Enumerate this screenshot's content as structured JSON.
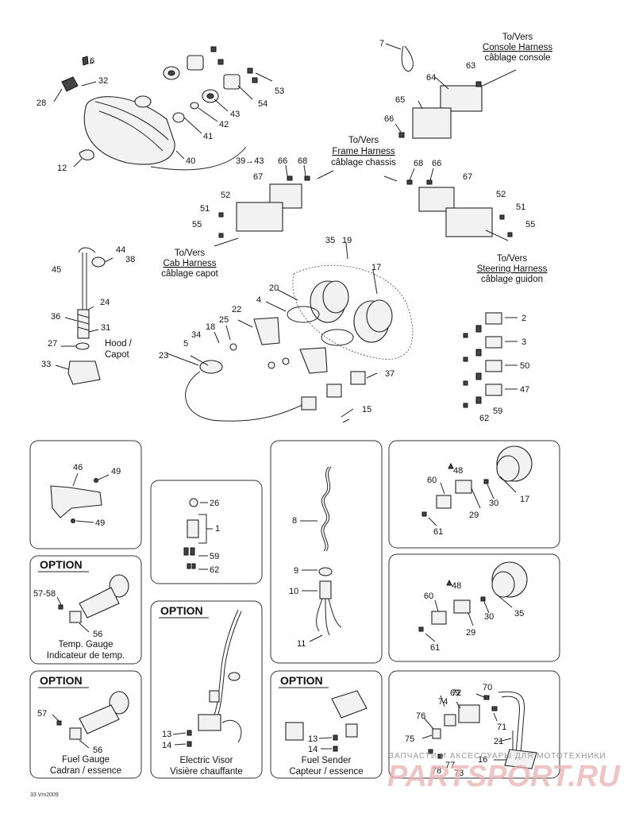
{
  "callouts": {
    "c6": "6",
    "c32": "32",
    "c28": "28",
    "c12": "12",
    "c40": "40",
    "c39_43": "39→43",
    "c41": "41",
    "c42": "42",
    "c43": "43",
    "c54": "54",
    "c53": "53",
    "c7": "7",
    "c63": "63",
    "c64": "64",
    "c65": "65",
    "c66a": "66",
    "c66b": "66",
    "c68a": "68",
    "c67a": "67",
    "c52a": "52",
    "c51a": "51",
    "c55a": "55",
    "c68b": "68",
    "c66c": "66",
    "c67b": "67",
    "c52b": "52",
    "c51b": "51",
    "c55b": "55",
    "c44": "44",
    "c38": "38",
    "c45": "45",
    "c24": "24",
    "c36": "36",
    "c31": "31",
    "c27": "27",
    "c33": "33",
    "c35": "35",
    "c19": "19",
    "c17": "17",
    "c20": "20",
    "c4": "4",
    "c22": "22",
    "c25": "25",
    "c18": "18",
    "c34": "34",
    "c5": "5",
    "c23": "23",
    "c37": "37",
    "c15": "15",
    "c2": "2",
    "c3": "3",
    "c50": "50",
    "c47": "47",
    "c59a": "59",
    "c62a": "62",
    "c46": "46",
    "c49a": "49",
    "c49b": "49",
    "c26": "26",
    "c1": "1",
    "c59b": "59",
    "c62b": "62",
    "c8": "8",
    "c9": "9",
    "c10": "10",
    "c11": "11",
    "c48a": "48",
    "c60a": "60",
    "c30a": "30",
    "c17b": "17",
    "c29a": "29",
    "c61a": "61",
    "c48b": "48",
    "c60b": "60",
    "c30b": "30",
    "c35b": "35",
    "c29b": "29",
    "c61b": "61",
    "c57_58": "57-58",
    "c56a": "56",
    "c57": "57",
    "c56b": "56",
    "c13a": "13",
    "c14a": "14",
    "c13b": "13",
    "c14b": "14",
    "c72": "72",
    "c74": "74",
    "c69": "69",
    "c70": "70",
    "c76": "76",
    "c71": "71",
    "c75": "75",
    "c78": "78",
    "c77": "77",
    "c73": "73",
    "c21": "21",
    "c16": "16"
  },
  "harness_labels": {
    "console": [
      "To/Vers",
      "Console Harness",
      "câblage console"
    ],
    "frame": [
      "To/Vers",
      "Frame Harness",
      "câblage chassis"
    ],
    "cab": [
      "To/Vers",
      "Cab Harness",
      "câblage capot"
    ],
    "steering": [
      "To/Vers",
      "Steering Harness",
      "câblage guidon"
    ]
  },
  "hood_label": [
    "Hood /",
    "Capot"
  ],
  "option_word": "OPTION",
  "captions": {
    "temp_gauge": [
      "Temp. Gauge",
      "Indicateur de temp."
    ],
    "fuel_gauge": [
      "Fuel Gauge",
      "Cadran / essence"
    ],
    "electric_visor": [
      "Electric Visor",
      "Visière chauffante"
    ],
    "fuel_sender": [
      "Fuel Sender",
      "Capteur / essence"
    ]
  },
  "figure_code": "33 Vm2009",
  "watermark": {
    "line1": "ЗАПЧАСТИ И АКСЕССУАРЫ ДЛЯ МОТОТЕХНИКИ",
    "line2": "PARTSPORT.RU"
  }
}
